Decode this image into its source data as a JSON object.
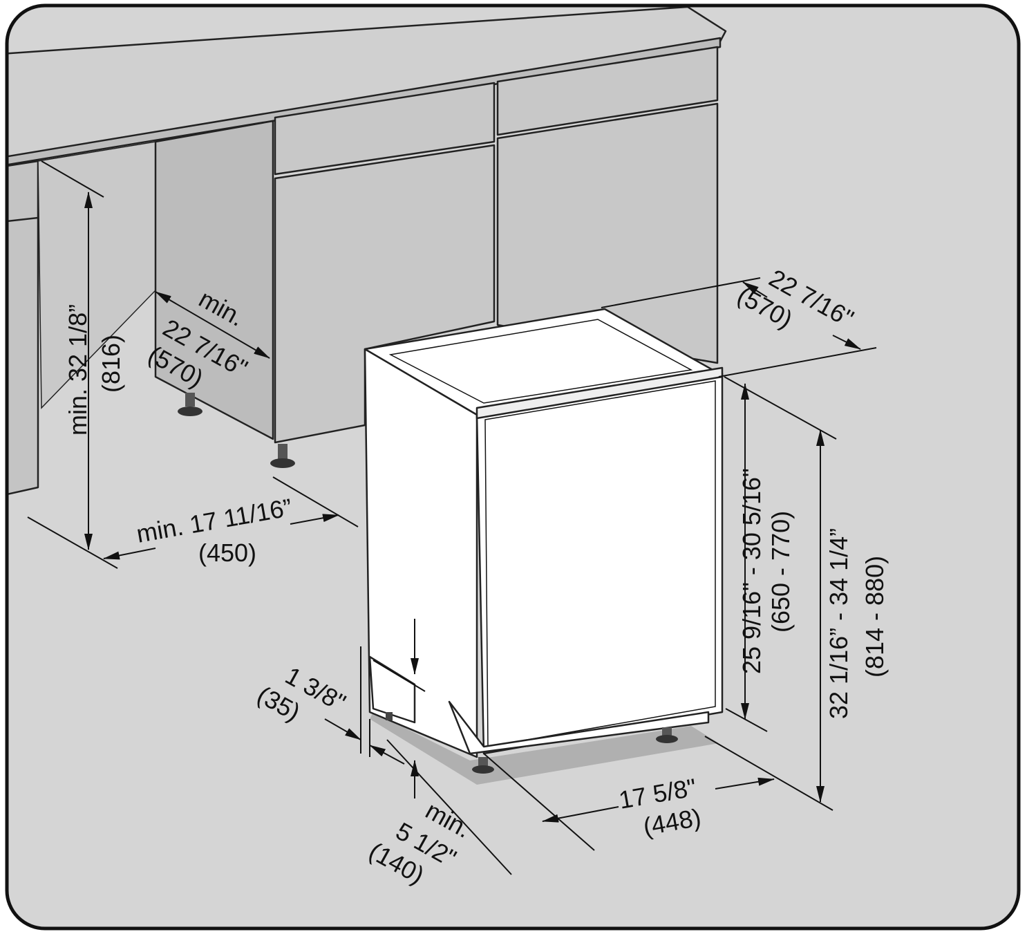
{
  "colors": {
    "background": "#d5d5d5",
    "cabinet_front": "#c8c8c8",
    "countertop": "#cfcfcf",
    "floor_shadow": "#b4b4b4",
    "appliance": "#ffffff",
    "line": "#111111"
  },
  "dimensions": {
    "niche_height": {
      "label": "min. 32 1/8”",
      "metric": "(816)"
    },
    "niche_depth": {
      "min": "min.",
      "label": "22 7/16\"",
      "metric": "(570)"
    },
    "niche_width": {
      "label": "min. 17 11/16”",
      "metric": "(450)"
    },
    "appliance_depth": {
      "label": "22 7/16\"",
      "metric": "(570)"
    },
    "door_height": {
      "label": "25 9/16\" - 30 5/16\"",
      "metric": "(650 - 770)"
    },
    "total_height": {
      "label": "32 1/16” - 34 1/4”",
      "metric": "(814 - 880)"
    },
    "appliance_width": {
      "label": "17 5/8\"",
      "metric": "(448)"
    },
    "plinth_offset": {
      "label": "1 3/8\"",
      "metric": "(35)"
    },
    "plinth_height": {
      "min": "min.",
      "label": "5 1/2\"",
      "metric": "(140)"
    }
  }
}
